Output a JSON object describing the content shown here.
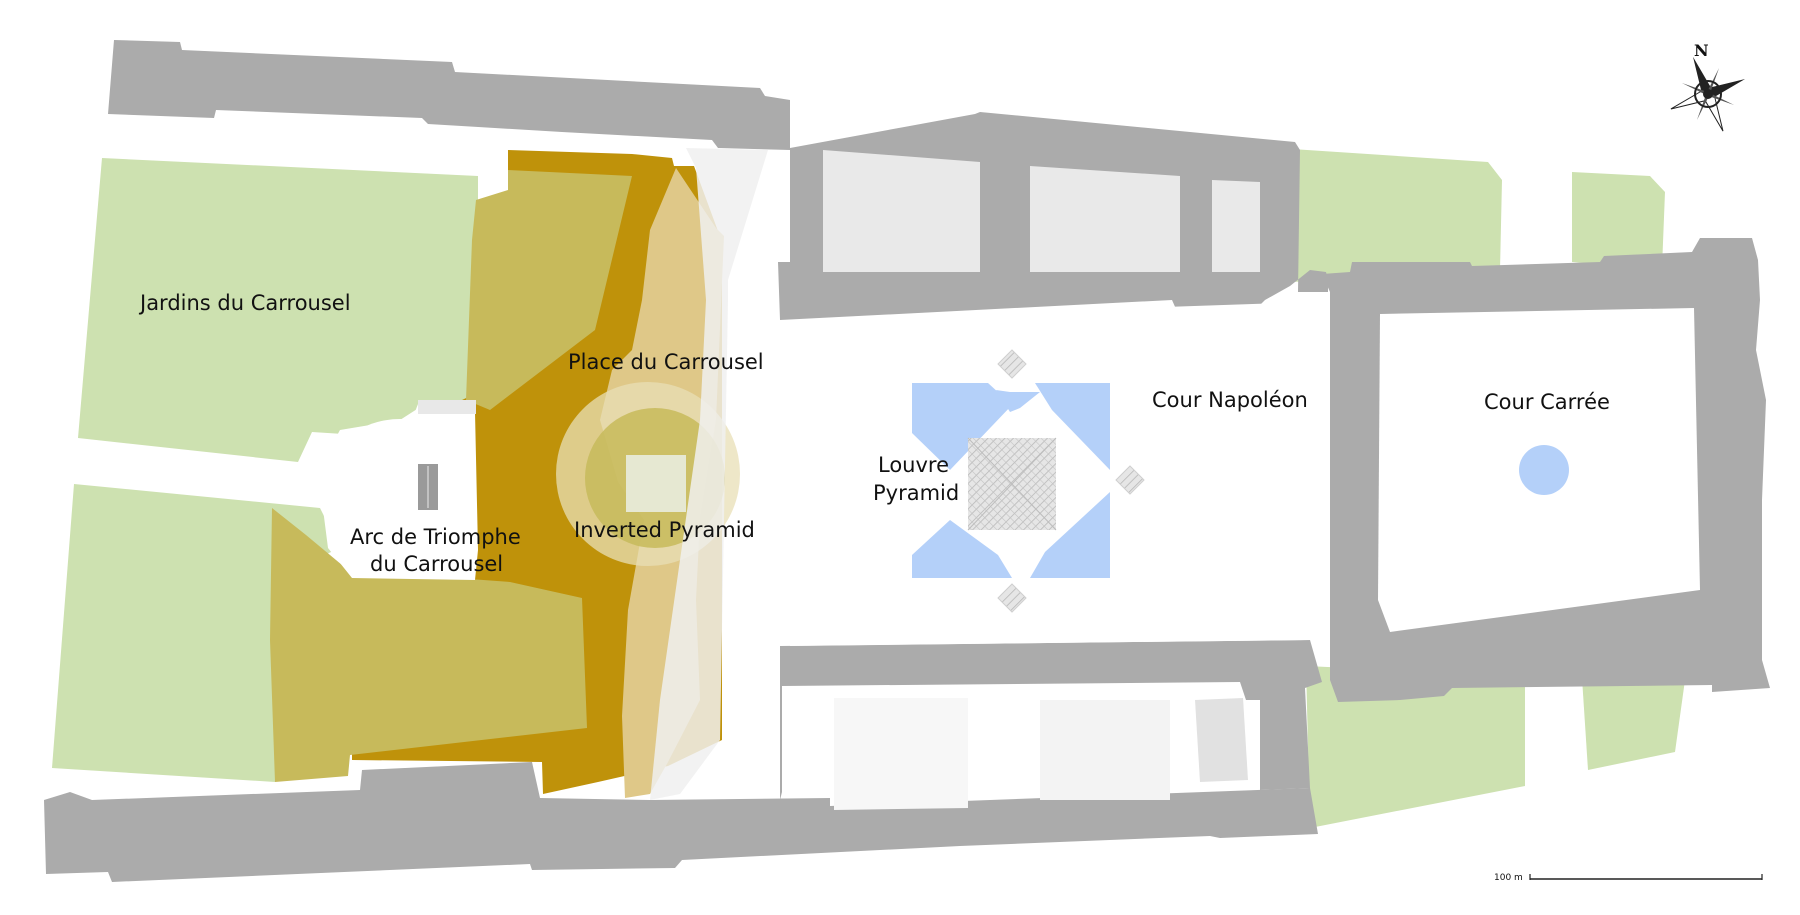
{
  "labels": {
    "jardins": "Jardins du Carrousel",
    "place": "Place du Carrousel",
    "arc_line1": "Arc de Triomphe",
    "arc_line2": "du Carrousel",
    "inverted_pyramid": "Inverted Pyramid",
    "louvre_line1": "Louvre",
    "louvre_line2": "Pyramid",
    "cour_napoleon": "Cour Napoléon",
    "cour_carree": "Cour Carrée"
  },
  "compass": {
    "north": "N"
  },
  "scale_bar": {
    "label": "100 m"
  },
  "colors": {
    "building": "#ababab",
    "garden": "#cde1b0",
    "place_dark": "#bf920a",
    "place_olive": "#c7ba5b",
    "place_light": "#dfc888",
    "pool": "#b4d0f9",
    "courtyard": "#e9e9e9",
    "pyramid": "#d9d9d9"
  }
}
